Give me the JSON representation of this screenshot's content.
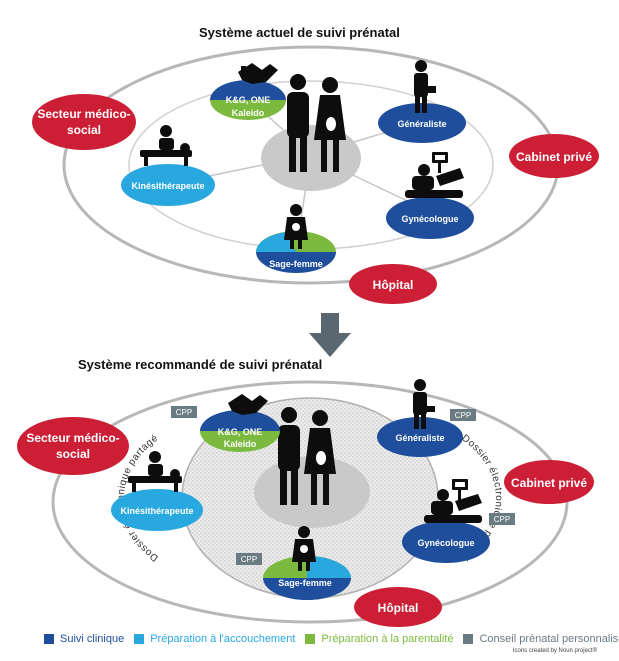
{
  "titles": {
    "top": "Système actuel de suivi prénatal",
    "bottom": "Système recommandé de suivi prénatal"
  },
  "labels": {
    "secteur": "Secteur médico-social",
    "cabinet": "Cabinet privé",
    "hopital": "Hôpital",
    "kg_one": "K&G, ONE",
    "kaleido": "Kaleido",
    "generaliste": "Généraliste",
    "kinesitherapeute": "Kinésithérapeute",
    "gynecologue": "Gynécologue",
    "sage_femme": "Sage-femme",
    "cpp": "CPP",
    "dossier": "Dossier électronique partagé"
  },
  "legend": [
    {
      "label": "Suivi clinique",
      "color": "#1f4e9c"
    },
    {
      "label": "Préparation à l'accouchement",
      "color": "#29a8df"
    },
    {
      "label": "Préparation à la parentalité",
      "color": "#7cba3f"
    },
    {
      "label": "Conseil prénatal personnalisé",
      "color": "#6b7b84"
    }
  ],
  "credit": "Icons created by Noun project®",
  "colors": {
    "red": "#cc1f36",
    "dark_blue": "#1f4e9c",
    "light_blue": "#29a8df",
    "green": "#7cba3f",
    "grey_box": "#6b7b84",
    "ring": "#b7b7b7",
    "center": "#c9c9c9"
  },
  "icons": [
    "handshake-icon",
    "family-icon",
    "doctor-icon",
    "massage-table-icon",
    "ultrasound-icon",
    "midwife-icon",
    "arrow-down-icon"
  ]
}
